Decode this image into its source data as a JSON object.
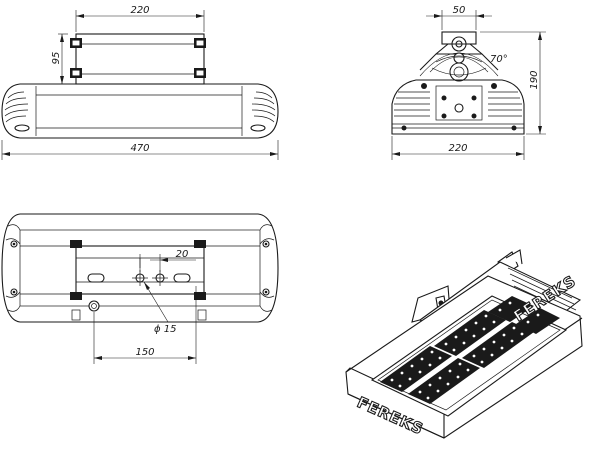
{
  "dimensions": {
    "front_mount_width": "220",
    "front_mount_height": "95",
    "front_total_length": "470",
    "side_bracket_width": "50",
    "side_angle": "70°",
    "side_height": "190",
    "side_width": "220",
    "top_hole_spacing": "20",
    "top_hole_diameter": "ϕ 15",
    "top_hole_offset": "150"
  },
  "brand": {
    "name": "FEREKS"
  }
}
